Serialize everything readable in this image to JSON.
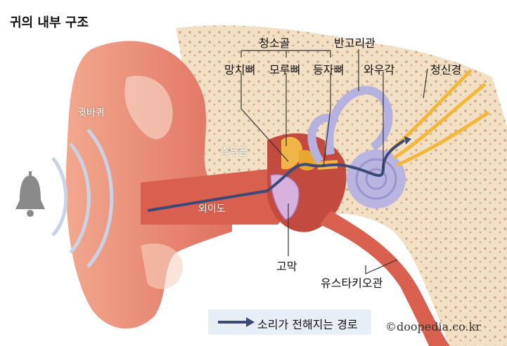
{
  "title": "귀의 내부 구조",
  "labels": {
    "ossicles": "청소골",
    "malleus": "망치뼈",
    "incus": "모루뼈",
    "stapes": "등자뼈",
    "semicircular_canals": "반고리관",
    "cochlea": "와우각",
    "auditory_nerve": "청신경",
    "auricle": "귓바퀴",
    "temporal_bone": "측두골",
    "ear_canal": "외이도",
    "eardrum": "고막",
    "eustachian_tube": "유스타키오관"
  },
  "legend": {
    "text": "소리가 전해지는 경로"
  },
  "copyright": "©doopedia.co.kr",
  "colors": {
    "skin": "#e8826a",
    "bone": "#f1dcc0",
    "path_arrow": "#3b4a78",
    "legend_bg": "#e8eef6",
    "cochlea": "#b9b5e0",
    "nerve": "#f3b83a"
  }
}
